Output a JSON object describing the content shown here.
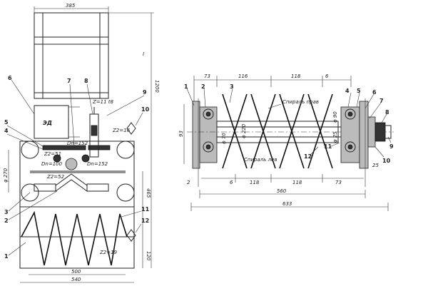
{
  "left_view": {
    "dims": {
      "top_width": "385",
      "height_right": "1200",
      "width_left": "φ 270",
      "height_lower": "465",
      "bottom_gap": "120",
      "inner_width": "500",
      "outer_width": "540"
    },
    "callouts": [
      "1",
      "2",
      "3",
      "4",
      "5",
      "6",
      "7",
      "8",
      "9",
      "10",
      "11",
      "12"
    ],
    "annotations": {
      "motor_box": "ЭД",
      "z_top": "Z=11 t8",
      "z_right": "Z2=16",
      "z_left_a": "Z2=51",
      "z_left_b": "Z2=52",
      "z_mid_a": "Dn=152",
      "z_mid_b": "Dn=100",
      "z_mid_c": "Dn=152",
      "z_bottom": "Z2=19",
      "marker_i": "I"
    }
  },
  "right_view": {
    "dims": {
      "top_73": "73",
      "top_116": "116",
      "top_118": "118",
      "top_6": "6",
      "left_93": "93",
      "dia_220": "φ 220",
      "dia_70": "φ 70",
      "dia_90": "φ 90",
      "dia_25": "φ 25",
      "bot_6a": "6",
      "bot_118a": "118",
      "bot_118b": "118",
      "bot_73": "73",
      "bot_25": "25",
      "total_560": "560",
      "total_633": "633",
      "left_2": "2"
    },
    "callouts": [
      "1",
      "2",
      "3",
      "4",
      "5",
      "6",
      "7",
      "8",
      "9",
      "10",
      "11",
      "12"
    ],
    "annotations": {
      "spiral_right": "Спираль прав",
      "spiral_left": "Спираль лев"
    }
  }
}
